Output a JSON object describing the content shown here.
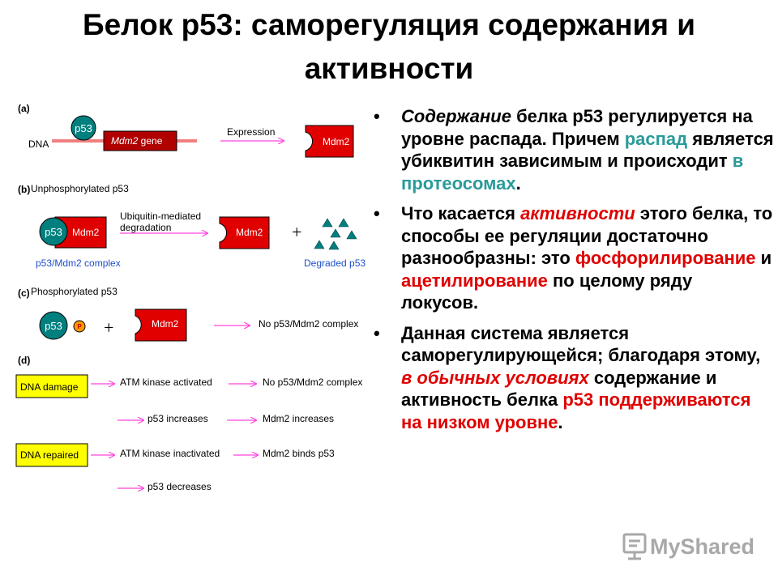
{
  "title": "Белок p53: саморегуляция содержания и активности",
  "diagram": {
    "a": {
      "tag": "(a)",
      "dna": "DNA",
      "p53": "p53",
      "gene_italic": "Mdm2",
      "gene_rest": " gene",
      "arrow": "Expression",
      "product": "Mdm2"
    },
    "b": {
      "tag": "(b)",
      "caption": "Unphosphorylated p53",
      "p53": "p53",
      "mdm2": "Mdm2",
      "arrow_line1": "Ubiquitin-mediated",
      "arrow_line2": "degradation",
      "product": "Mdm2",
      "plus": "+",
      "complex": "p53/Mdm2 complex",
      "degraded": "Degraded p53"
    },
    "c": {
      "tag": "(c)",
      "caption": "Phosphorylated p53",
      "p53": "p53",
      "phospho": "P",
      "plus": "+",
      "mdm2": "Mdm2",
      "result": "No  p53/Mdm2 complex"
    },
    "d": {
      "tag": "(d)",
      "damage": "DNA damage",
      "atm_on": "ATM kinase activated",
      "no_complex": "No p53/Mdm2 complex",
      "p53_up": "p53 increases",
      "mdm2_up": "Mdm2 increases",
      "repaired": "DNA repaired",
      "atm_off": "ATM kinase inactivated",
      "binds": "Mdm2 binds p53",
      "p53_down": "p53 decreases"
    }
  },
  "bullets": [
    [
      {
        "t": "Содержание",
        "s": "it"
      },
      {
        "t": " белка p53 регулируется на уровне распада. Причем ",
        "s": ""
      },
      {
        "t": "распад",
        "s": "teal"
      },
      {
        "t": " является убиквитин зависимым и происходит ",
        "s": ""
      },
      {
        "t": "в протеосомах",
        "s": "teal"
      },
      {
        "t": ".",
        "s": ""
      }
    ],
    [
      {
        "t": "Что касается ",
        "s": ""
      },
      {
        "t": "активности",
        "s": "it red"
      },
      {
        "t": " этого белка, то способы ее регуляции достаточно разнообразны: это ",
        "s": ""
      },
      {
        "t": "фосфорилирование",
        "s": "red"
      },
      {
        "t": " и ",
        "s": ""
      },
      {
        "t": "ацетилирование",
        "s": "red"
      },
      {
        "t": " по целому ряду локусов.",
        "s": ""
      }
    ],
    [
      {
        "t": "Данная система является саморегулирующейся; благодаря этому, ",
        "s": ""
      },
      {
        "t": "в обычных условиях",
        "s": "it red"
      },
      {
        "t": " содержание и активность белка ",
        "s": ""
      },
      {
        "t": "p53 поддерживаются на низком уровне",
        "s": "red"
      },
      {
        "t": ".",
        "s": ""
      }
    ]
  ],
  "bullet_chars": [
    "•",
    "•",
    "•"
  ],
  "watermark": "MyShared",
  "colors": {
    "mdm2_fill": "#e00000",
    "mdm2_gene_fill": "#b00000",
    "p53_fill": "#007f7f",
    "arrow": "#ff44dd",
    "accent_box": "#ffff00",
    "dna_line": "#f08080",
    "degraded_fill": "#007f7f"
  }
}
